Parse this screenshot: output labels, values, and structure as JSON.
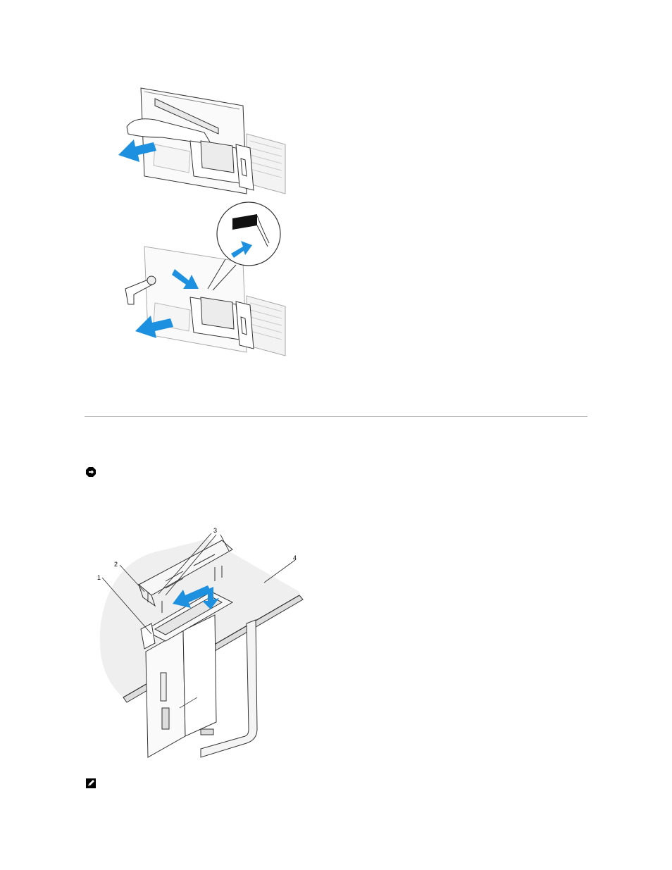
{
  "page": {
    "background": "#ffffff",
    "accent_blue": "#1e90e0",
    "line_gray": "#a8a8a8"
  },
  "figure_top": {
    "icon": "bezel-removal-illustration"
  },
  "figure_bottom": {
    "icon": "drive-cage-removal-illustration",
    "callouts": [
      "1",
      "2",
      "3",
      "4"
    ]
  },
  "notice": {
    "icon": "notice-icon"
  },
  "note": {
    "icon": "note-pencil-icon"
  }
}
